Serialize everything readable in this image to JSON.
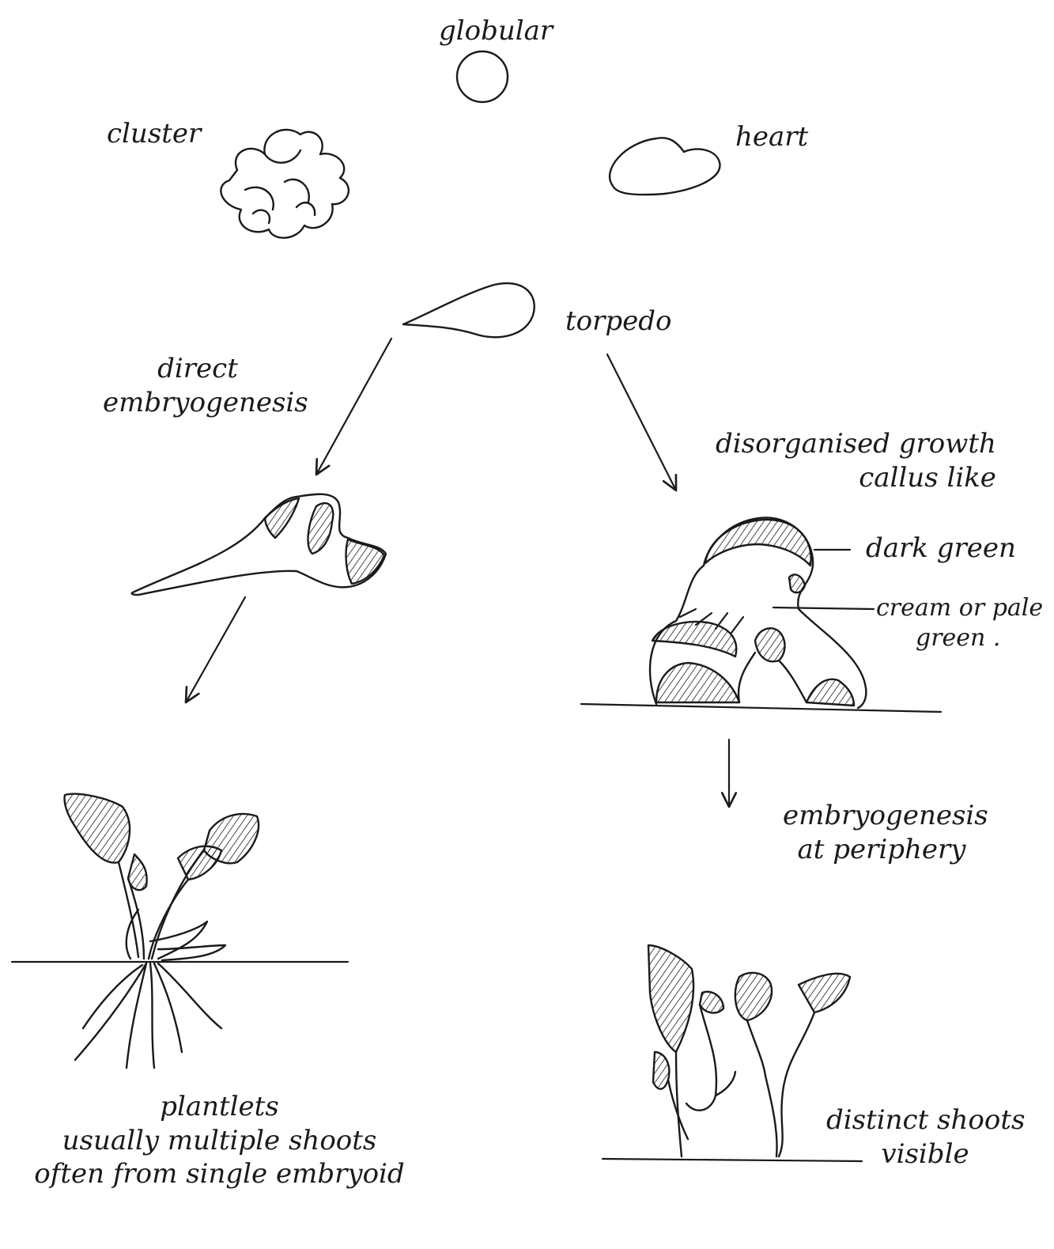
{
  "labels": {
    "globular": "globular",
    "cluster": "cluster",
    "heart": "heart",
    "torpedo": "torpedo",
    "direct_line1": "direct",
    "direct_line2": "embryogenesis",
    "disorganised_line1": "disorganised growth",
    "disorganised_line2": "callus like",
    "dark_green": "dark green",
    "cream_line1": "cream or pale",
    "cream_line2": "green .",
    "periphery_line1": "embryogenesis",
    "periphery_line2": "at periphery",
    "plantlets_line1": "plantlets",
    "plantlets_line2": "usually multiple shoots",
    "plantlets_line3": "often from single embryoid",
    "distinct_line1": "distinct shoots",
    "distinct_line2": "visible"
  }
}
